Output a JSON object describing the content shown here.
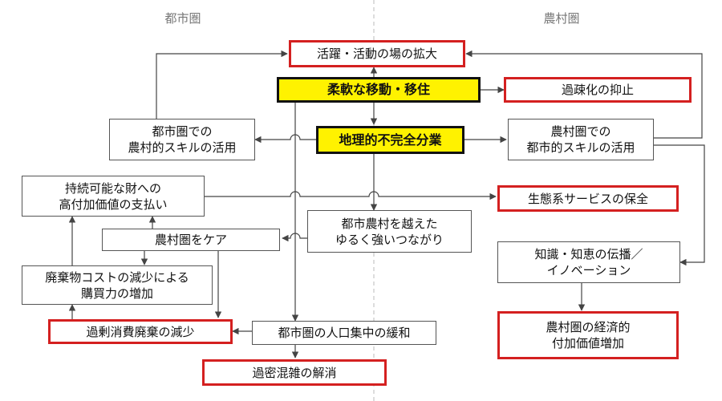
{
  "regions": {
    "urban_label": "都市圏",
    "rural_label": "農村圏"
  },
  "nodes": {
    "expand_activity": "活躍・活動の場の拡大",
    "flexible_migration": "柔軟な移動・移住",
    "suppress_depopulation": "過疎化の抑止",
    "rural_skills_line1": "都市圏での",
    "rural_skills_line2": "農村的スキルの活用",
    "geo_division": "地理的不完全分業",
    "urban_skills_line1": "農村圏での",
    "urban_skills_line2": "都市的スキルの活用",
    "sustainable_pay_line1": "持続可能な財への",
    "sustainable_pay_line2": "高付加価値の支払い",
    "ecosystem": "生態系サービスの保全",
    "care_rural": "農村圏をケア",
    "urban_rural_line1": "都市農村を越えた",
    "urban_rural_line2": "ゆるく強いつながり",
    "waste_cost_line1": "廃棄物コストの減少による",
    "waste_cost_line2": "購買力の増加",
    "knowledge_line1": "知識・知恵の伝播／",
    "knowledge_line2": "イノベーション",
    "overconsumption": "過剰消費廃棄の減少",
    "urban_concentration": "都市圏の人口集中の緩和",
    "rural_value_line1": "農村圏の経済的",
    "rural_value_line2": "付加価値増加",
    "congestion": "過密混雑の解消"
  },
  "colors": {
    "highlight_fill": "#fff200",
    "outcome_border": "#d42020",
    "line": "#444444",
    "divider": "#bbbbbb"
  }
}
